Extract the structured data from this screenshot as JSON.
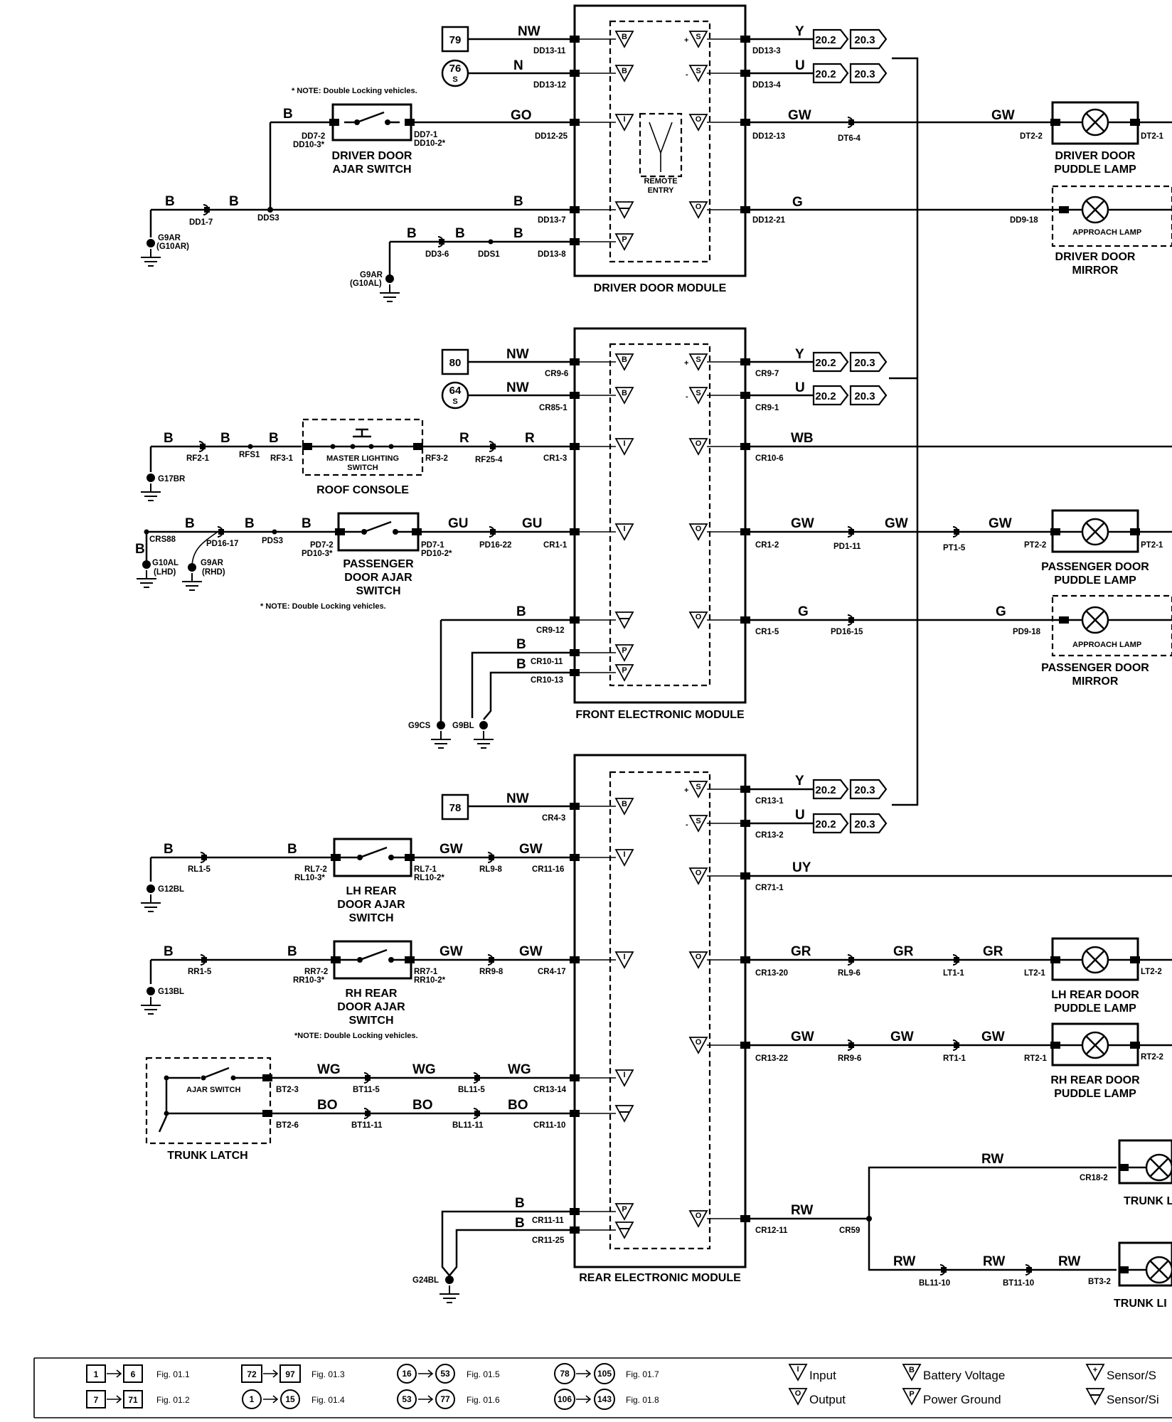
{
  "modules": {
    "ddm": "DRIVER DOOR MODULE",
    "fem": "FRONT ELECTRONIC MODULE",
    "rem": "REAR ELECTRONIC MODULE",
    "remote": "REMOTE ENTRY"
  },
  "refs": {
    "r79": "79",
    "r76": "76",
    "r80": "80",
    "r64": "64",
    "r78": "78",
    "s": "S",
    "p202": "20.2",
    "p203": "20.3"
  },
  "colors": {
    "nw": "NW",
    "n": "N",
    "y": "Y",
    "u": "U",
    "b": "B",
    "go": "GO",
    "gw": "GW",
    "g": "G",
    "r": "R",
    "wb": "WB",
    "gu": "GU",
    "uy": "UY",
    "gr": "GR",
    "wg": "WG",
    "bo": "BO",
    "rw": "RW"
  },
  "pins": {
    "dd13_11": "DD13-11",
    "dd13_12": "DD13-12",
    "dd12_25": "DD12-25",
    "dd13_7": "DD13-7",
    "dd13_8": "DD13-8",
    "dd13_3": "DD13-3",
    "dd13_4": "DD13-4",
    "dd12_13": "DD12-13",
    "dd12_21": "DD12-21",
    "dt6_4": "DT6-4",
    "dt2_2": "DT2-2",
    "dt2_1": "DT2-1",
    "dd9_18": "DD9-18",
    "dd7_2": "DD7-2",
    "dd10_3": "DD10-3*",
    "dd7_1": "DD7-1",
    "dd10_2": "DD10-2*",
    "dd1_7": "DD1-7",
    "dds3": "DDS3",
    "dd3_6": "DD3-6",
    "dds1": "DDS1",
    "g9ar": "G9AR",
    "g10ar": "(G10AR)",
    "g9ar2": "G9AR",
    "g10al": "(G10AL)",
    "cr9_6": "CR9-6",
    "cr85_1": "CR85-1",
    "cr1_3": "CR1-3",
    "cr1_1": "CR1-1",
    "cr9_12": "CR9-12",
    "cr10_11": "CR10-11",
    "cr10_13": "CR10-13",
    "cr9_7": "CR9-7",
    "cr9_1": "CR9-1",
    "cr10_6": "CR10-6",
    "cr1_2": "CR1-2",
    "cr1_5": "CR1-5",
    "rf2_1": "RF2-1",
    "rfs1": "RFS1",
    "rf3_1": "RF3-1",
    "rf3_2": "RF3-2",
    "rf25_4": "RF25-4",
    "g17br": "G17BR",
    "crs88": "CRS88",
    "pd16_17": "PD16-17",
    "pds3": "PDS3",
    "pd7_2": "PD7-2",
    "pd10_3": "PD10-3*",
    "pd7_1": "PD7-1",
    "pd10_2": "PD10-2*",
    "pd16_22": "PD16-22",
    "g10al2": "G10AL",
    "lhd": "(LHD)",
    "g9ar3": "G9AR",
    "rhd": "(RHD)",
    "pd1_11": "PD1-11",
    "pt1_5": "PT1-5",
    "pt2_2": "PT2-2",
    "pt2_1": "PT2-1",
    "pd16_15": "PD16-15",
    "pd9_18": "PD9-18",
    "g9cs": "G9CS",
    "g9bl": "G9BL",
    "cr4_3": "CR4-3",
    "cr11_16": "CR11-16",
    "cr4_17": "CR4-17",
    "cr13_14": "CR13-14",
    "cr11_10": "CR11-10",
    "cr11_11": "CR11-11",
    "cr11_25": "CR11-25",
    "cr13_1": "CR13-1",
    "cr13_2": "CR13-2",
    "cr71_1": "CR71-1",
    "cr13_20": "CR13-20",
    "cr13_22": "CR13-22",
    "cr12_11": "CR12-11",
    "rl1_5": "RL1-5",
    "rl7_2": "RL7-2",
    "rl10_3": "RL10-3*",
    "rl7_1": "RL7-1",
    "rl10_2": "RL10-2*",
    "rl9_8": "RL9-8",
    "g12bl": "G12BL",
    "rr1_5": "RR1-5",
    "rr7_2": "RR7-2",
    "rr10_3": "RR10-3*",
    "rr7_1": "RR7-1",
    "rr10_2": "RR10-2*",
    "rr9_8": "RR9-8",
    "g13bl": "G13BL",
    "bt2_3": "BT2-3",
    "bt2_6": "BT2-6",
    "bt11_5": "BT11-5",
    "bt11_11": "BT11-11",
    "bl11_5": "BL11-5",
    "bl11_11": "BL11-11",
    "g24bl": "G24BL",
    "rl9_6": "RL9-6",
    "lt1_1": "LT1-1",
    "lt2_1": "LT2-1",
    "lt2_2": "LT2-2",
    "rr9_6": "RR9-6",
    "rt1_1": "RT1-1",
    "rt2_1": "RT2-1",
    "rt2_2": "RT2-2",
    "cr59": "CR59",
    "cr18_2": "CR18-2",
    "bl11_10": "BL11-10",
    "bt11_10": "BT11-10",
    "bt3_2": "BT3-2"
  },
  "components": {
    "ddajar1": "DRIVER DOOR",
    "ddajar2": "AJAR SWITCH",
    "ddpuddle1": "DRIVER DOOR",
    "ddpuddle2": "PUDDLE LAMP",
    "approach": "APPROACH LAMP",
    "ddmirror1": "DRIVER DOOR",
    "ddmirror2": "MIRROR",
    "mls1": "MASTER LIGHTING",
    "mls2": "SWITCH",
    "roof": "ROOF CONSOLE",
    "pdajar1": "PASSENGER",
    "pdajar2": "DOOR AJAR",
    "pdajar3": "SWITCH",
    "pdpuddle1": "PASSENGER DOOR",
    "pdpuddle2": "PUDDLE LAMP",
    "approach2": "APPROACH LAMP",
    "pdmirror1": "PASSENGER DOOR",
    "pdmirror2": "MIRROR",
    "lhajar1": "LH REAR",
    "lhajar2": "DOOR AJAR",
    "lhajar3": "SWITCH",
    "rhajar1": "RH REAR",
    "rhajar2": "DOOR AJAR",
    "rhajar3": "SWITCH",
    "lhpuddle1": "LH REAR DOOR",
    "lhpuddle2": "PUDDLE LAMP",
    "rhpuddle1": "RH REAR DOOR",
    "rhpuddle2": "PUDDLE LAMP",
    "ajarsw": "AJAR SWITCH",
    "trunklatch": "TRUNK LATCH",
    "trunk1": "TRUNK L",
    "trunk2": "TRUNK LI"
  },
  "notes": {
    "n1": "* NOTE: Double Locking vehicles.",
    "n2": "* NOTE: Double Locking vehicles.",
    "n3": "*NOTE: Double Locking vehicles."
  },
  "legend": {
    "a1": "1",
    "a2": "6",
    "af": "Fig. 01.1",
    "b1": "7",
    "b2": "71",
    "bf": "Fig. 01.2",
    "c1": "72",
    "c2": "97",
    "cf": "Fig. 01.3",
    "d1": "1",
    "d2": "15",
    "df": "Fig. 01.4",
    "e1": "16",
    "e2": "53",
    "ef": "Fig. 01.5",
    "f1": "53",
    "f2": "77",
    "ff": "Fig. 01.6",
    "g1": "78",
    "g2": "105",
    "gf": "Fig. 01.7",
    "h1": "106",
    "h2": "143",
    "hf": "Fig. 01.8",
    "input": "Input",
    "output": "Output",
    "battery": "Battery Voltage",
    "power_ground": "Power Ground",
    "sensor_plus": "Sensor/S",
    "sensor_minus": "Sensor/Si"
  }
}
